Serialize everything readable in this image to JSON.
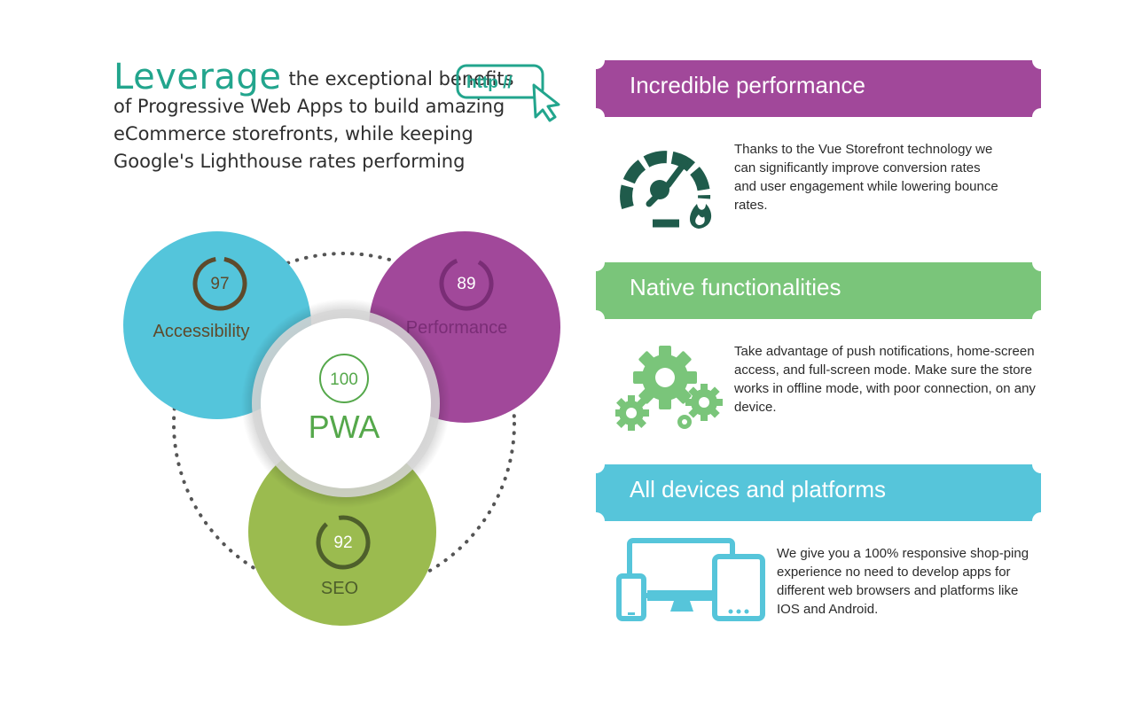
{
  "headline": {
    "lead": "Leverage",
    "rest": "the exceptional benefits of Progressive Web Apps to build amazing eCommerce storefronts, while keeping Google's Lighthouse rates performing",
    "badge_text": "http //"
  },
  "scores": {
    "accessibility": {
      "label": "Accessibility",
      "value": "97"
    },
    "performance": {
      "label": "Performance",
      "value": "89"
    },
    "pwa": {
      "label": "PWA",
      "value": "100"
    },
    "seo": {
      "label": "SEO",
      "value": "92"
    }
  },
  "features": [
    {
      "title": "Incredible performance",
      "text": "Thanks to the Vue Storefront technology we can significantly improve conversion rates and user engagement while lowering bounce rates.",
      "icon": "speedometer-icon"
    },
    {
      "title": "Native functionalities",
      "text": "Take advantage of push notifications, home-screen access, and full-screen mode. Make sure the store works in offline mode, with poor connection, on any device.",
      "icon": "gears-icon"
    },
    {
      "title": "All devices and platforms",
      "text": "We give you a 100% responsive shop-ping experience no need to develop apps for different web browsers and platforms like IOS and Android.",
      "icon": "devices-icon"
    }
  ],
  "colors": {
    "accent_teal": "#22a58d",
    "accessibility": "#54c5db",
    "performance": "#a1489a",
    "seo": "#9bbb4f",
    "native": "#7ac57a",
    "devices": "#56c5da",
    "pwa_green": "#55a84b",
    "speedometer": "#1f5b4b"
  }
}
